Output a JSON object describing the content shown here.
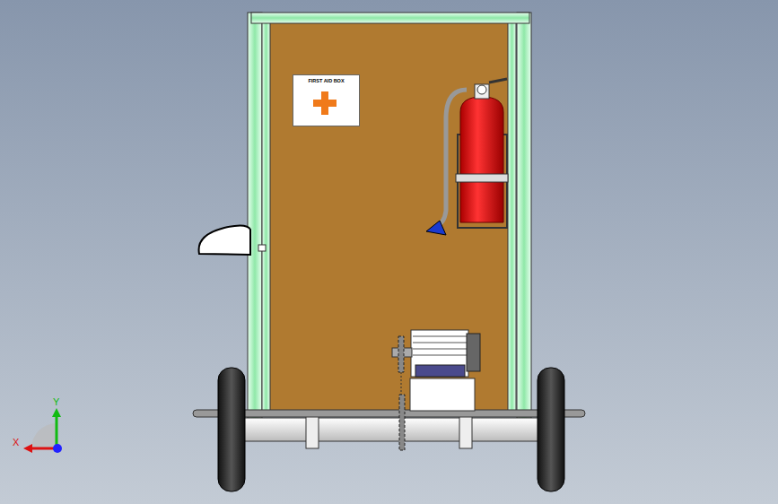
{
  "diagram": {
    "nodes": [
      {
        "text": [
          "FIRST AID BOX"
        ]
      }
    ],
    "labels": [
      "X",
      "Y"
    ]
  }
}
